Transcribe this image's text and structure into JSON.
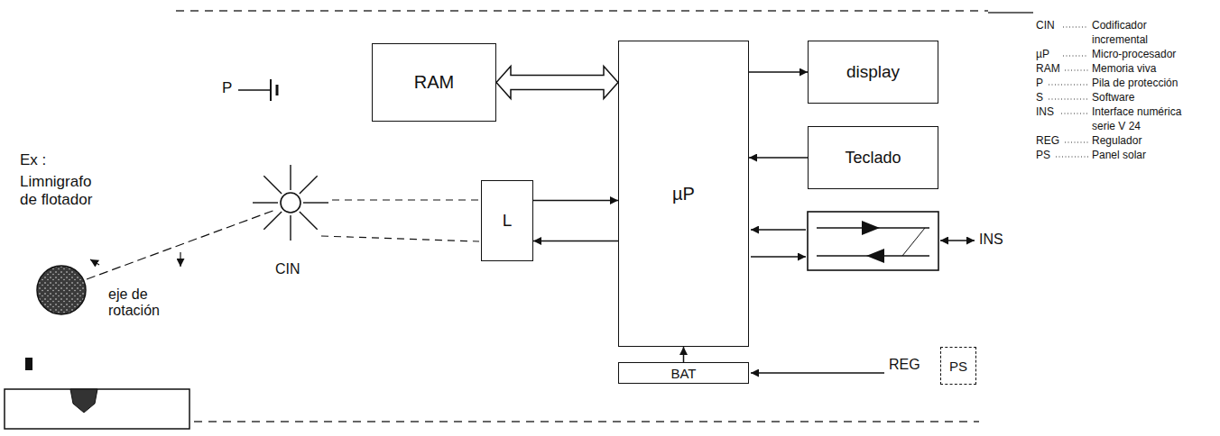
{
  "diagram": {
    "nodes": [
      {
        "text": [
          "RAM"
        ]
      },
      {
        "text": [
          "L"
        ]
      },
      {
        "text": [
          "µP"
        ]
      },
      {
        "text": [
          "display"
        ]
      },
      {
        "text": [
          "Teclado"
        ]
      },
      {
        "text": [
          "BAT"
        ]
      },
      {
        "text": [
          "PS"
        ]
      }
    ],
    "edges": [
      {
        "from": 0,
        "to": 2,
        "arrow": "both"
      },
      {
        "from": 1,
        "to": 2,
        "arrow": "to"
      },
      {
        "from": 2,
        "to": 1,
        "arrow": "to"
      },
      {
        "from": 2,
        "to": 3,
        "arrow": "to"
      },
      {
        "from": 4,
        "to": 2,
        "arrow": "to"
      },
      {
        "from": 5,
        "to": 2,
        "arrow": "to"
      }
    ],
    "labels": [
      "P",
      "Ex :",
      "Limnigrafo de flotador",
      "eje de rotación",
      "CIN",
      "INS",
      "REG",
      "CIN",
      "Codificador incremental",
      "µP",
      "Micro-procesador",
      "RAM",
      "Memoria viva",
      "P",
      "Pila de protección",
      "S",
      "Software",
      "INS",
      "Interface numérica serie V 24",
      "REG",
      "Regulador",
      "PS",
      "Panel solar"
    ]
  }
}
